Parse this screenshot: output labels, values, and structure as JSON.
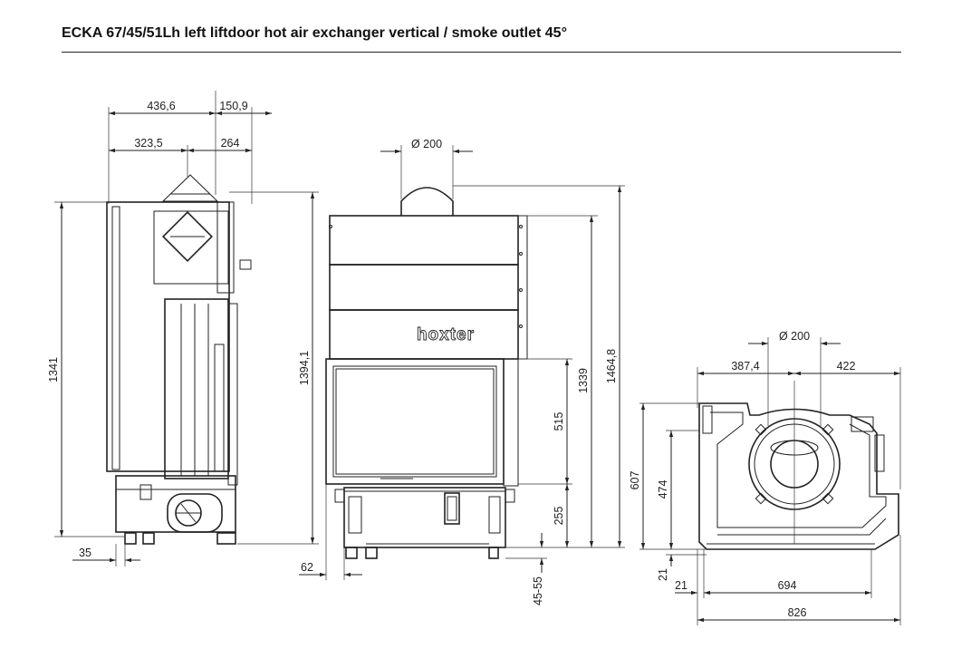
{
  "title": "ECKA 67/45/51Lh left liftdoor hot air exchanger vertical / smoke outlet 45°",
  "brand": "hoxter",
  "side_view": {
    "dim_top_left": "436,6",
    "dim_top_right": "150,9",
    "dim_mid_left": "323,5",
    "dim_mid_right": "264",
    "dim_height": "1341",
    "dim_height_front": "1394,1",
    "dim_bottom": "35"
  },
  "front_view": {
    "dim_flue": "Ø 200",
    "dim_height_total": "1464,8",
    "dim_height_1339": "1339",
    "dim_glass_height": "515",
    "dim_base_height": "255",
    "dim_feet": "45-55",
    "dim_left": "62"
  },
  "top_view": {
    "dim_flue": "Ø 200",
    "dim_left": "387,4",
    "dim_right": "422",
    "dim_depth": "607",
    "dim_depth_inner": "474",
    "dim_offset_v": "21",
    "dim_offset_h": "21",
    "dim_width_inner": "694",
    "dim_width": "826"
  }
}
